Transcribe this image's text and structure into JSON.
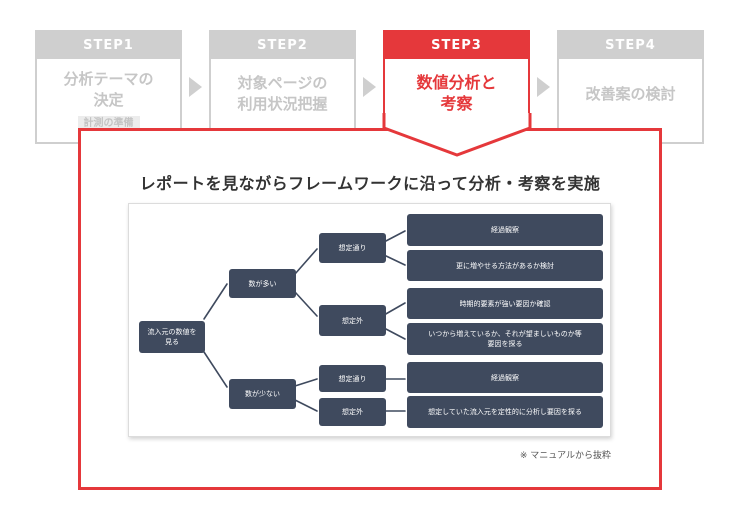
{
  "steps": [
    {
      "label": "STEP1",
      "title_line1": "分析テーマの",
      "title_line2": "決定",
      "sub": "計測の準備"
    },
    {
      "label": "STEP2",
      "title_line1": "対象ページの",
      "title_line2": "利用状況把握"
    },
    {
      "label": "STEP3",
      "title_line1": "数値分析と",
      "title_line2": "考察"
    },
    {
      "label": "STEP4",
      "title_line1": "改善案の検討"
    }
  ],
  "panel": {
    "heading": "レポートを見ながらフレームワークに沿って分析・考察を実施",
    "caption": "※ マニュアルから抜粋"
  },
  "tree": {
    "root": {
      "line1": "流入元の数値を",
      "line2": "見る"
    },
    "many": "数が多い",
    "few": "数が少ない",
    "many_expected": "想定通り",
    "many_unexpected": "想定外",
    "few_expected": "想定通り",
    "few_unexpected": "想定外",
    "leaf1": "経過観察",
    "leaf2": "更に増やせる方法があるか検討",
    "leaf3": "時期的要素が強い要因か確認",
    "leaf4_line1": "いつから増えているか、それが望ましいものか等",
    "leaf4_line2": "要因を探る",
    "leaf5": "経過観察",
    "leaf6": "想定していた流入元を定性的に分析し要因を探る"
  },
  "colors": {
    "accent": "#e5383b",
    "inactive": "#cfcfcf",
    "node": "#3f4a5e"
  }
}
